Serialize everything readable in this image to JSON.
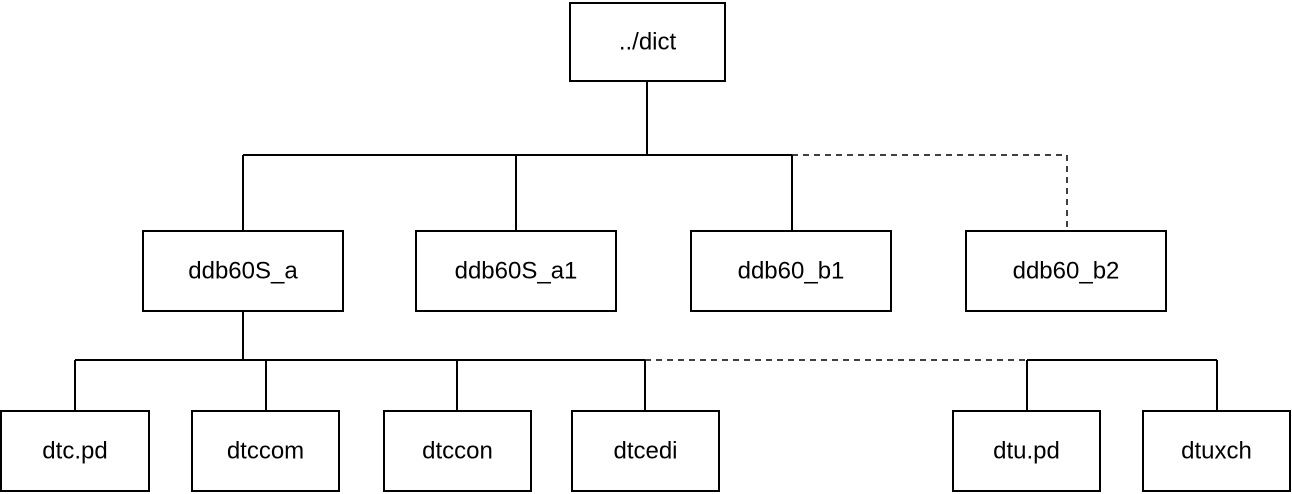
{
  "tree": {
    "root": {
      "label": "../dict"
    },
    "level1": [
      {
        "label": "ddb60S_a"
      },
      {
        "label": "ddb60S_a1"
      },
      {
        "label": "ddb60_b1"
      },
      {
        "label": "ddb60_b2"
      }
    ],
    "level2": [
      {
        "label": "dtc.pd"
      },
      {
        "label": "dtccom"
      },
      {
        "label": "dtccon"
      },
      {
        "label": "dtcedi"
      },
      {
        "label": "dtu.pd"
      },
      {
        "label": "dtuxch"
      }
    ]
  },
  "colors": {
    "line": "#000000",
    "box_fill": "#ffffff",
    "text": "#000000"
  }
}
